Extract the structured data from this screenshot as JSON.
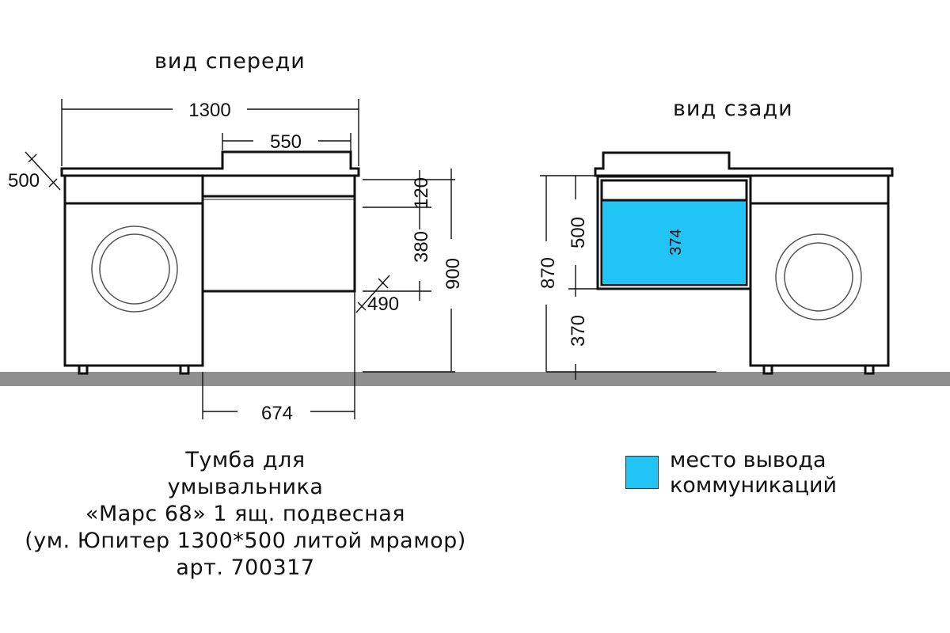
{
  "front_view": {
    "title": "вид спереди",
    "dimensions": {
      "total_width": "1300",
      "sink_width": "550",
      "depth": "500",
      "top_height": "120",
      "drawer_height": "380",
      "total_height": "900",
      "cabinet_depth": "490",
      "cabinet_width": "674"
    }
  },
  "back_view": {
    "title": "вид сзади",
    "dimensions": {
      "total_height": "870",
      "upper": "500",
      "lower": "370",
      "zone_height": "374"
    }
  },
  "caption": {
    "lines": [
      "Тумба для",
      "умывальника",
      "«Марс 68» 1 ящ. подвесная",
      "(ум. Юпитер 1300*500 литой мрамор)",
      "арт. 700317"
    ]
  },
  "legend": {
    "color": "#22c4f5",
    "lines": [
      "место вывода",
      "коммуникаций"
    ]
  },
  "colors": {
    "floor": "#8f8f8f",
    "communications": "#22c4f5"
  }
}
